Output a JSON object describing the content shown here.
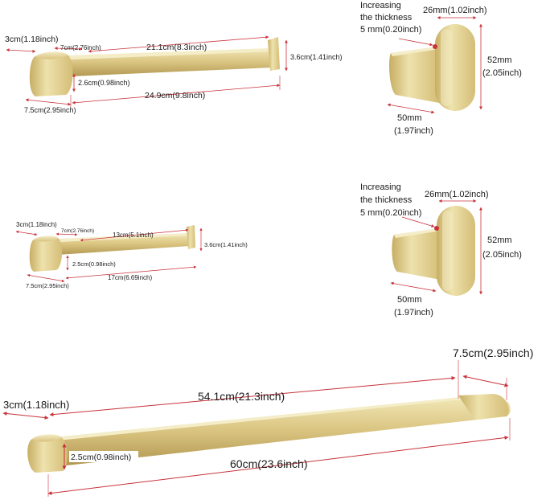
{
  "colors": {
    "gold_light": "#ece0a8",
    "gold_mid": "#cdb56a",
    "gold_dark": "#9c8440",
    "dimension_line": "#c8323b",
    "text": "#1a1a1a"
  },
  "large_holder": {
    "depth": "3cm(1.18inch)",
    "arm_offset": "7cm(2.76inch)",
    "inner_length": "21.1cm(8.3inch)",
    "lip_height": "3.6cm(1.41inch)",
    "thickness": "2.6cm(0.98inch)",
    "total_length": "24.9cm(9.8inch)",
    "base_width": "7.5cm(2.95inch)"
  },
  "small_holder": {
    "depth": "3cm(1.18inch)",
    "arm_offset": "7cm(2.76inch)",
    "inner_length": "13cm(5.1inch)",
    "lip_height": "3.6cm(1.41inch)",
    "thickness": "2.5cm(0.98inch)",
    "total_length": "17cm(6.69inch)",
    "base_width": "7.5cm(2.95inch)"
  },
  "hook_top": {
    "note_line1": "Increasing",
    "note_line2": "the thickness",
    "note_line3": "5 mm(0.20inch)",
    "width": "26mm(1.02inch)",
    "height_mm": "52mm",
    "height_in": "(2.05inch)",
    "depth_mm": "50mm",
    "depth_in": "(1.97inch)"
  },
  "hook_bottom": {
    "note_line1": "Increasing",
    "note_line2": "the thickness",
    "note_line3": "5 mm(0.20inch)",
    "width": "26mm(1.02inch)",
    "height_mm": "52mm",
    "height_in": "(2.05inch)",
    "depth_mm": "50mm",
    "depth_in": "(1.97inch)"
  },
  "towel_bar": {
    "end_width": "7.5cm(2.95inch)",
    "depth": "3cm(1.18inch)",
    "inner_length": "54.1cm(21.3inch)",
    "thickness": "2.5cm(0.98inch)",
    "total_length": "60cm(23.6inch)"
  }
}
